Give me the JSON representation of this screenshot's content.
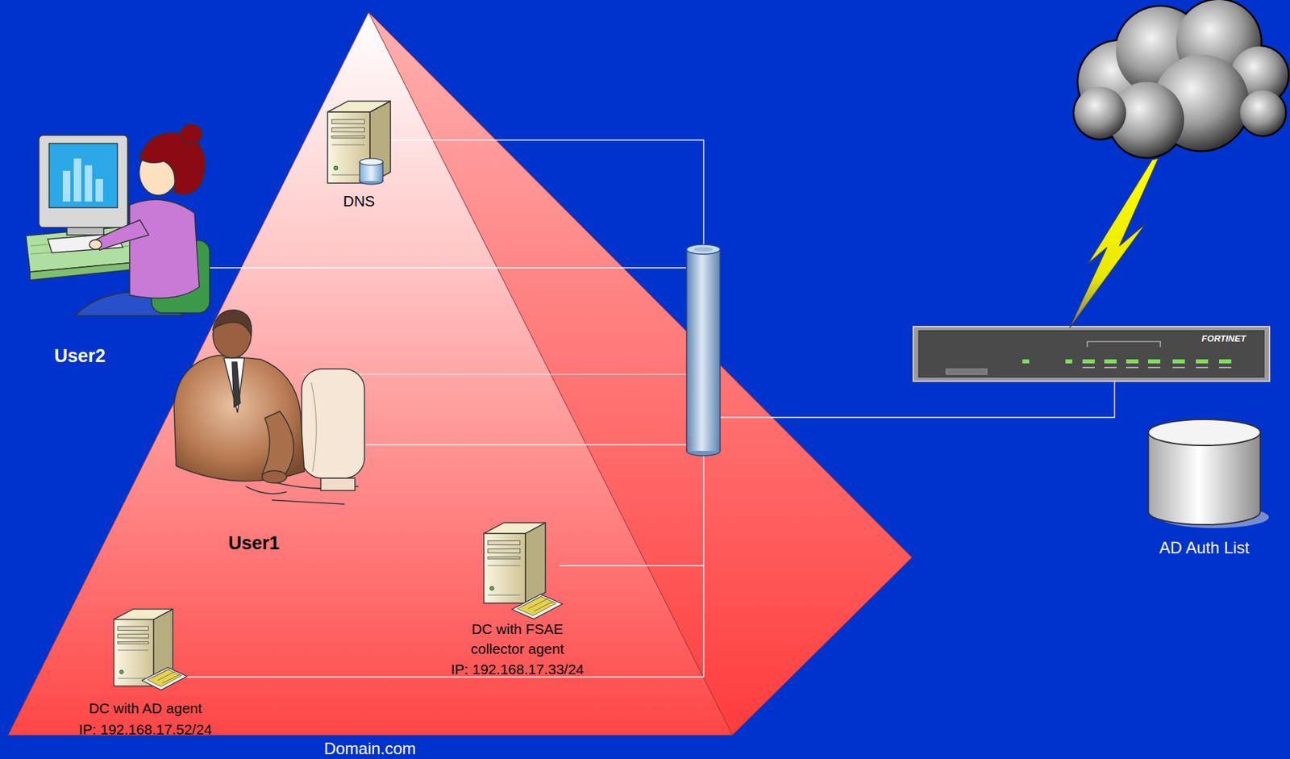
{
  "diagram": {
    "nodes": [
      {
        "text": [
          "Domain.com"
        ]
      },
      {
        "text": [
          "DNS"
        ],
        "in": 0
      },
      {
        "text": [
          "User2"
        ]
      },
      {
        "text": [
          "User1"
        ],
        "in": 0
      },
      {
        "text": [
          "DC with FSAE collector agent",
          "IP: 192.168.17.33/24"
        ],
        "in": 0
      },
      {
        "text": [
          "DC with AD agent",
          "IP: 192.168.17.52/24"
        ],
        "in": 0
      },
      {
        "text": [
          "AD Auth List"
        ]
      }
    ],
    "labels": [
      "FORTINET"
    ]
  }
}
